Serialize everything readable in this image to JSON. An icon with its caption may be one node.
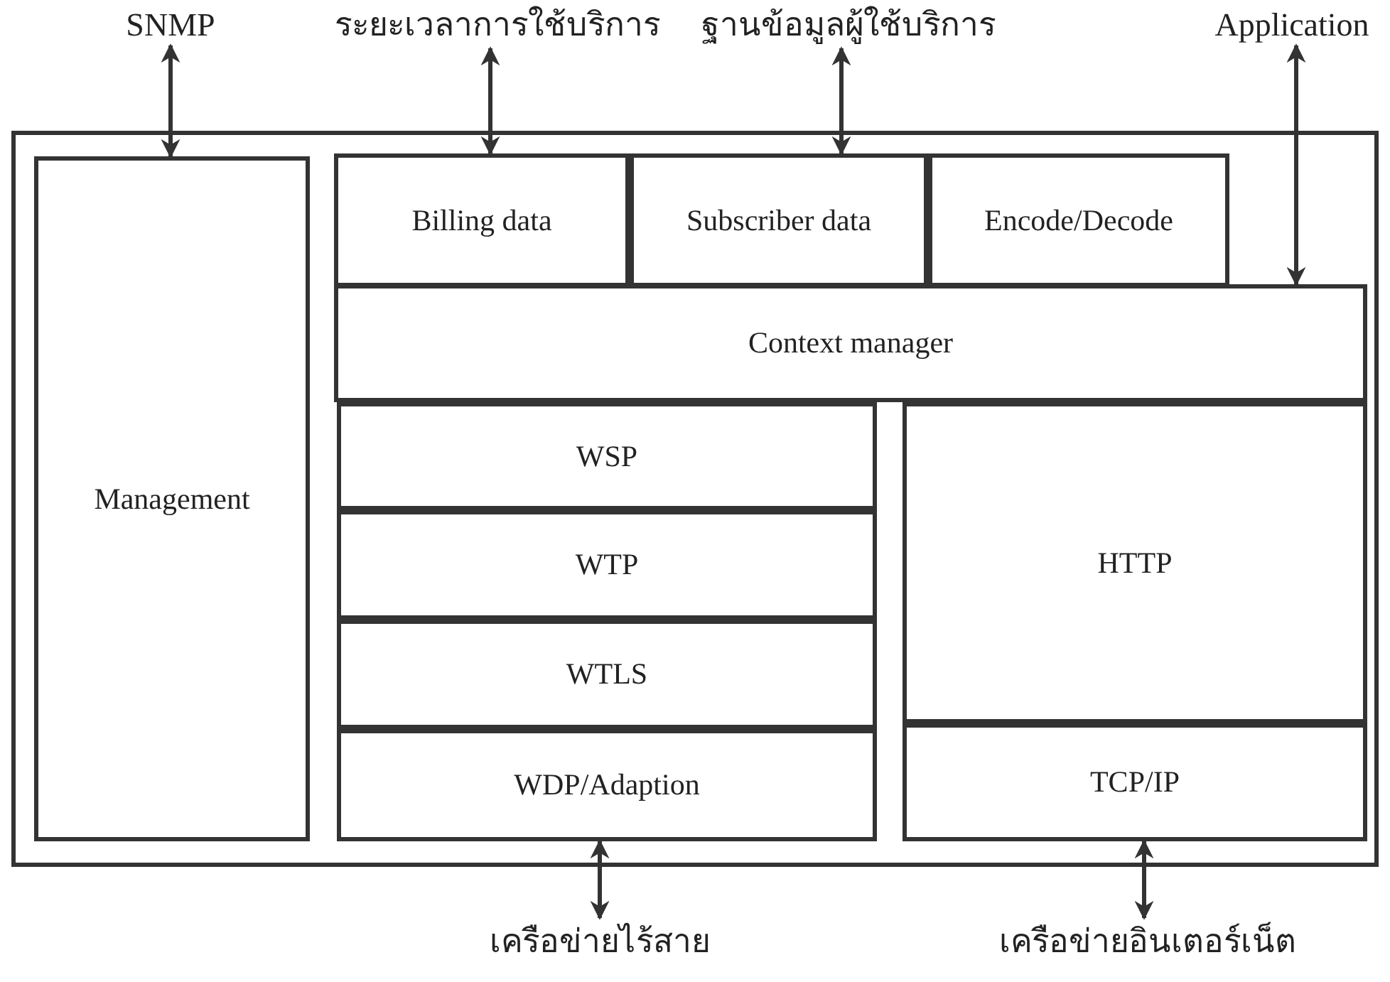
{
  "diagram": {
    "nodes": [
      {
        "text": [
          "SNMP"
        ]
      },
      {
        "text": [
          "ระยะเวลาการใช้บริการ"
        ]
      },
      {
        "text": [
          "ฐานข้อมูลผู้ใช้บริการ"
        ]
      },
      {
        "text": [
          "Application"
        ]
      },
      {
        "text": [],
        "shape": "box"
      },
      {
        "text": [
          "Management"
        ],
        "in": 4
      },
      {
        "text": [
          "Billing data"
        ],
        "in": 4
      },
      {
        "text": [
          "Subscriber data"
        ],
        "in": 4
      },
      {
        "text": [
          "Encode/Decode"
        ],
        "in": 4
      },
      {
        "text": [
          "Context manager"
        ],
        "in": 4
      },
      {
        "text": [
          "WSP"
        ],
        "in": 4
      },
      {
        "text": [
          "WTP"
        ],
        "in": 4
      },
      {
        "text": [
          "WTLS"
        ],
        "in": 4
      },
      {
        "text": [
          "WDP/Adaption"
        ],
        "in": 4
      },
      {
        "text": [
          "HTTP"
        ],
        "in": 4
      },
      {
        "text": [
          "TCP/IP"
        ],
        "in": 4
      },
      {
        "text": [
          "เครือข่ายไร้สาย"
        ]
      },
      {
        "text": [
          "เครือข่ายอินเตอร์เน็ต"
        ]
      }
    ],
    "edges": [
      {
        "from": 0,
        "to": 5,
        "arrow": "both"
      },
      {
        "from": 1,
        "to": 6,
        "arrow": "both"
      },
      {
        "from": 2,
        "to": 7,
        "arrow": "both"
      },
      {
        "from": 3,
        "to": 9,
        "arrow": "both"
      },
      {
        "from": 13,
        "to": 16,
        "arrow": "both"
      },
      {
        "from": 15,
        "to": 17,
        "arrow": "both"
      }
    ]
  }
}
